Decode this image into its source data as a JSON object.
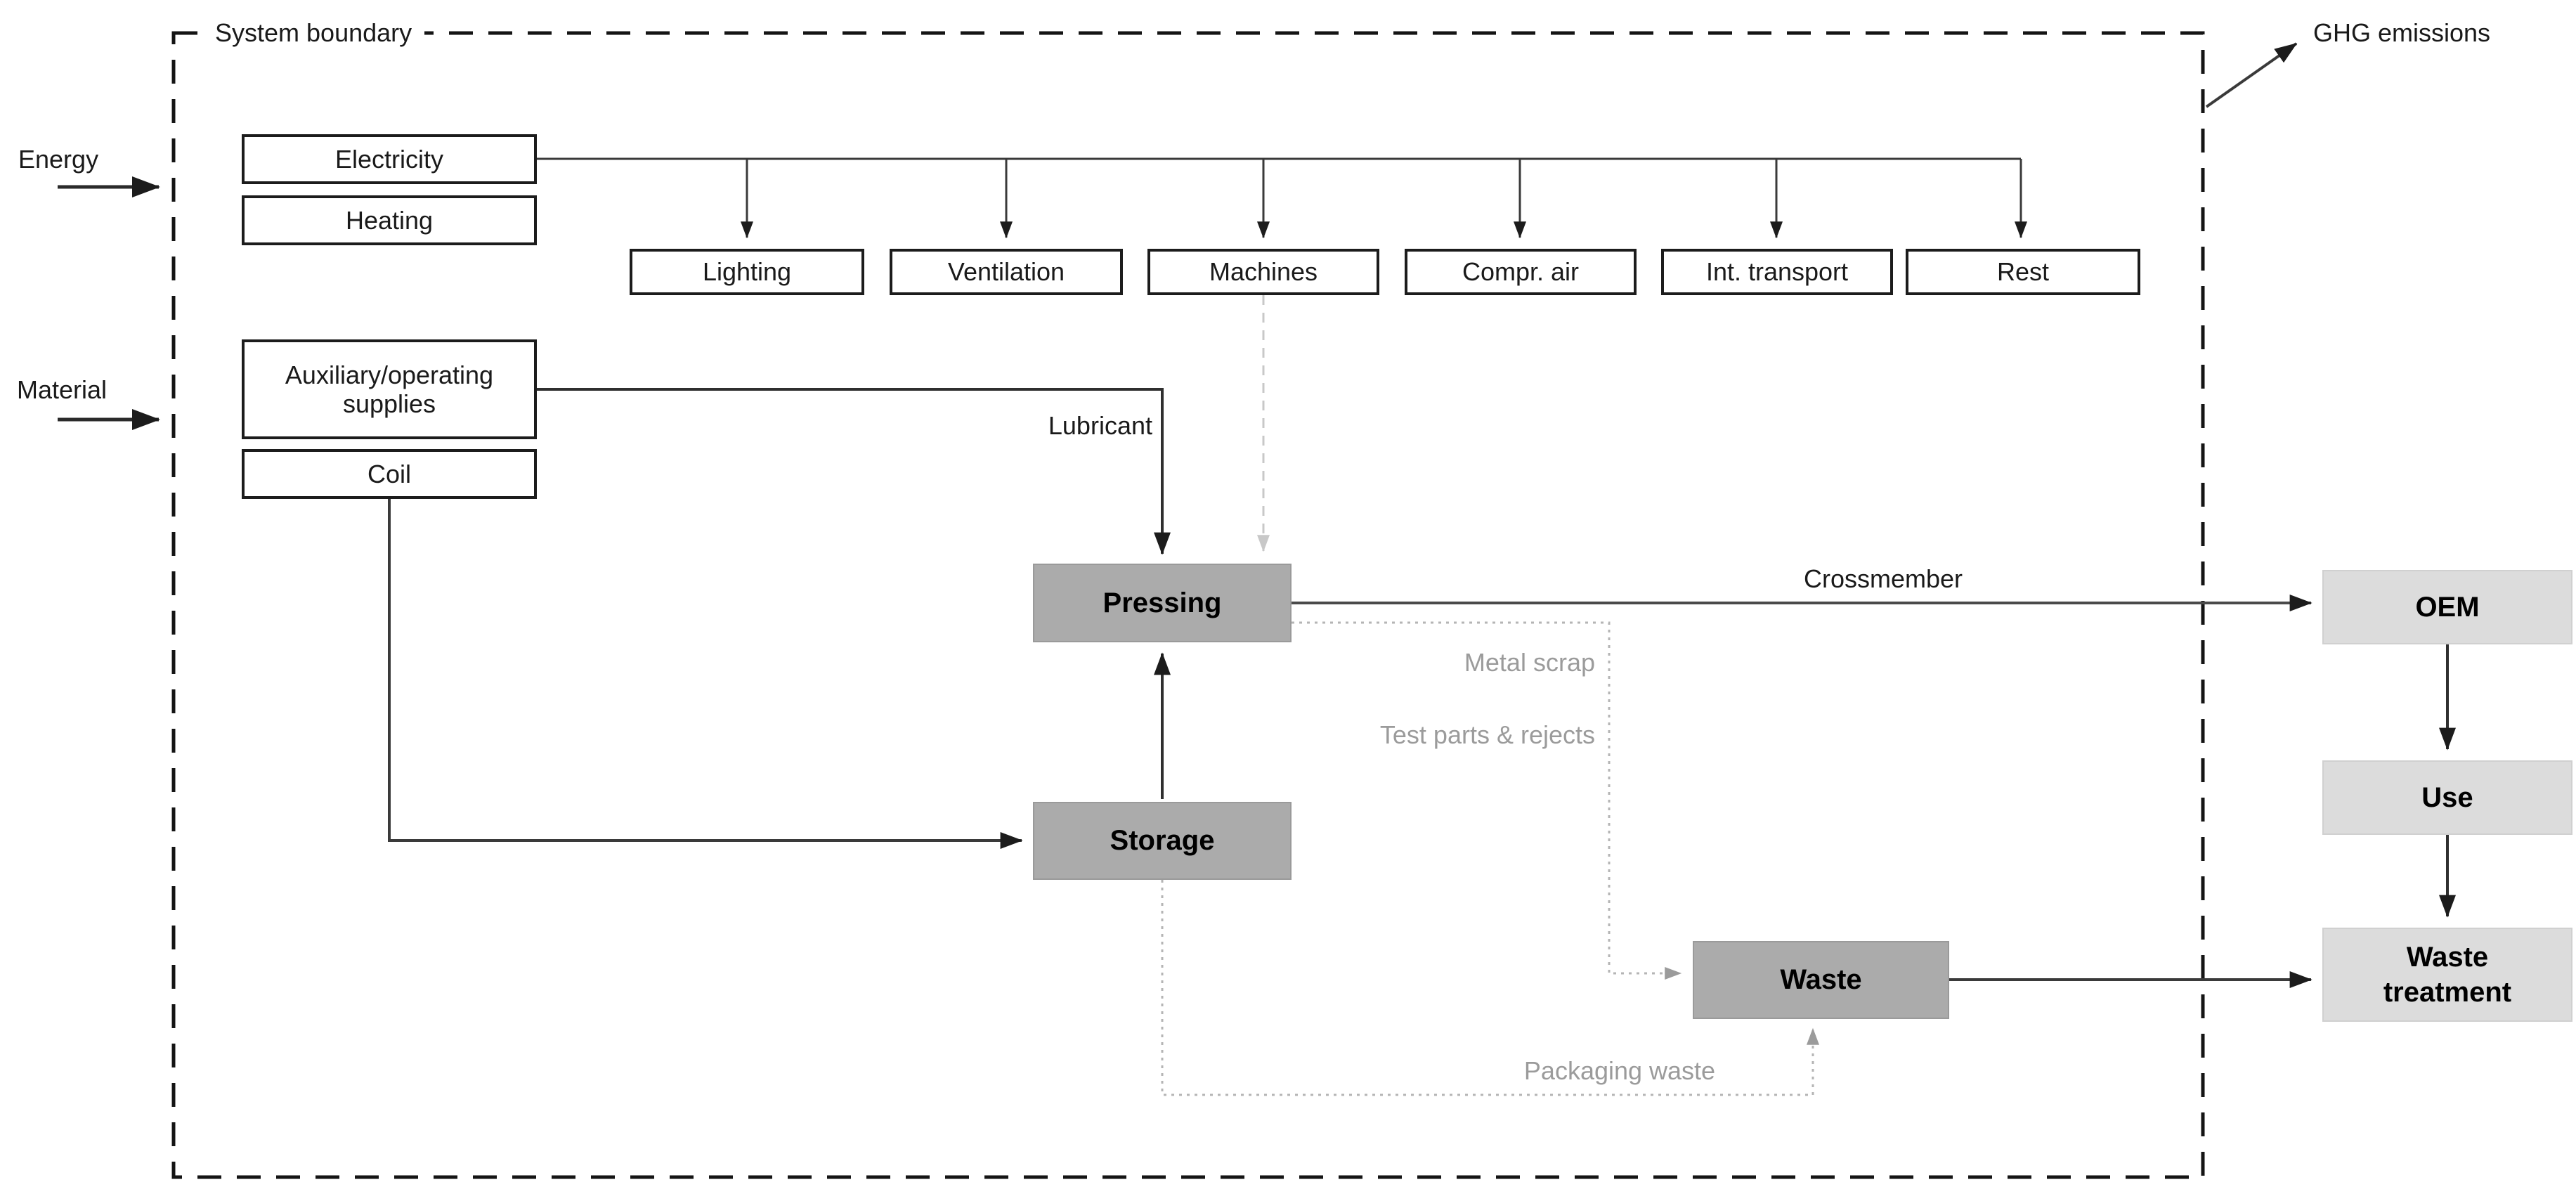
{
  "boundary": {
    "label": "System boundary"
  },
  "emissions": {
    "label": "GHG emissions"
  },
  "inputs": {
    "energy": "Energy",
    "material": "Material"
  },
  "energy_sources": {
    "electricity": "Electricity",
    "heating": "Heating"
  },
  "energy_consumers": {
    "lighting": "Lighting",
    "ventilation": "Ventilation",
    "machines": "Machines",
    "compressed_air": "Compr. air",
    "internal_transport": "Int. transport",
    "rest": "Rest"
  },
  "material_inputs": {
    "auxiliary": "Auxiliary/operating supplies",
    "coil": "Coil"
  },
  "processes": {
    "pressing": "Pressing",
    "storage": "Storage",
    "waste": "Waste"
  },
  "downstream": {
    "oem": "OEM",
    "use": "Use",
    "waste_treatment": "Waste treatment"
  },
  "flows": {
    "lubricant": "Lubricant",
    "crossmember": "Crossmember",
    "metal_scrap": "Metal scrap",
    "test_parts": "Test parts & rejects",
    "packaging_waste": "Packaging waste"
  },
  "colors": {
    "process_fill": "#ababab",
    "downstream_fill": "#dcdcdc",
    "gray_label": "#9b9b9b",
    "solid_line": "#3a3a3a",
    "dotted_line": "#b5b5b5",
    "dashed_light_line": "#c8c8c8"
  }
}
